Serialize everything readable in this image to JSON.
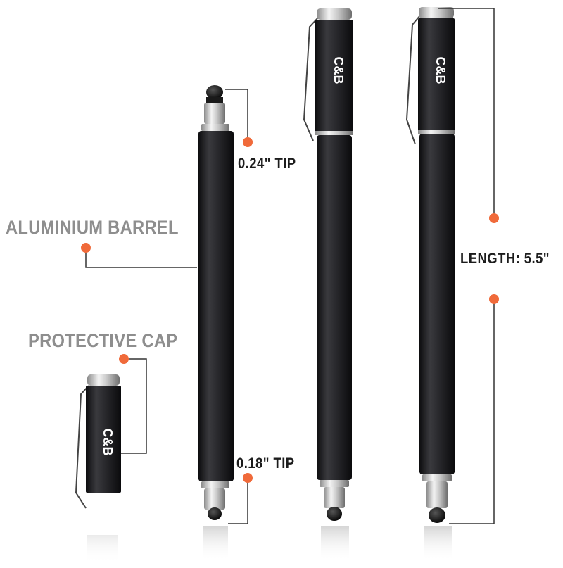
{
  "labels": {
    "tip_top": "0.24\" TIP",
    "tip_bottom": "0.18\" TIP",
    "barrel": "ALUMINIUM BARREL",
    "cap": "PROTECTIVE CAP",
    "length": "LENGTH:  5.5\""
  },
  "logo_text": "C&B",
  "colors": {
    "dot": "#f06a3a",
    "pen_body": "#2a2a2d",
    "chrome": "#d8d8d8",
    "line": "#333333",
    "grey_label": "#8e8e8e"
  }
}
